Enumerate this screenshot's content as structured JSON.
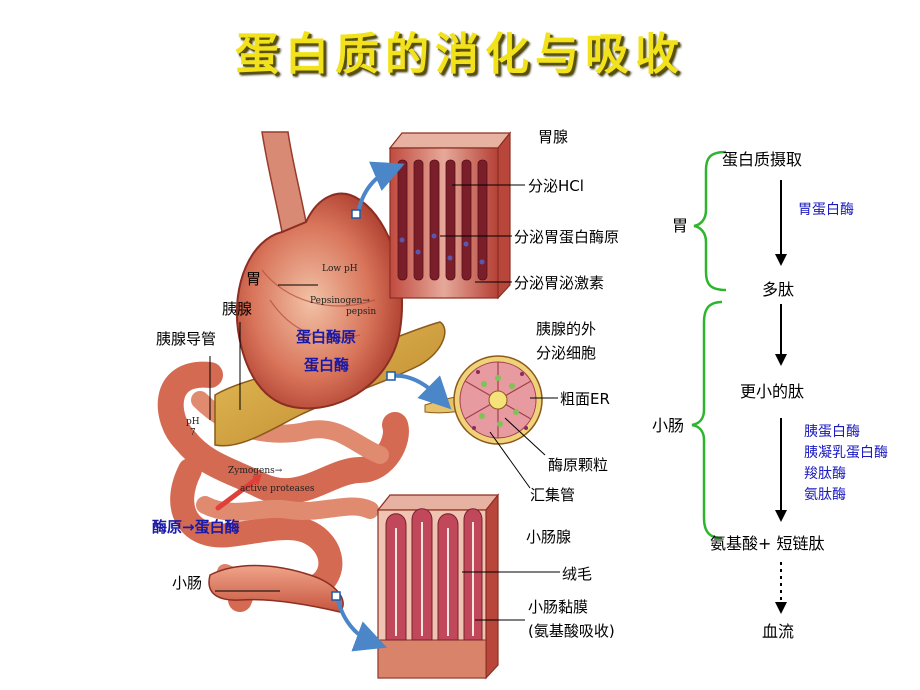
{
  "title": "蛋白质的消化与吸收",
  "labels": {
    "stomach_gland": "胃腺",
    "secrete_hcl": "分泌HCl",
    "secrete_pepsinogen": "分泌胃蛋白酶原",
    "secrete_gastrin": "分泌胃泌激素",
    "stomach": "胃",
    "pancreas": "胰腺",
    "pancreatic_duct": "胰腺导管",
    "pepsinogen": "蛋白酶原",
    "pepsin": "蛋白酶",
    "exocrine_line1": "胰腺的外",
    "exocrine_line2": "分泌细胞",
    "rough_er": "粗面ER",
    "zymogen_granule": "酶原颗粒",
    "collecting_duct": "汇集管",
    "zymogen_to_protease": "酶原→蛋白酶",
    "intestinal_gland": "小肠腺",
    "small_intestine": "小肠",
    "villi": "绒毛",
    "mucosa": "小肠黏膜",
    "absorption": "(氨基酸吸收)"
  },
  "illustration_text": {
    "low_ph": "Low pH",
    "pepsinogen_en": "Pepsinogen→",
    "pepsin_en": "pepsin",
    "ph": "pH",
    "ph_value": "7",
    "zymogens": "Zymogens→",
    "active_proteases": "active proteases"
  },
  "flow": {
    "stomach_bracket": "胃",
    "intestine_bracket": "小肠",
    "steps": [
      "蛋白质摄取",
      "多肽",
      "更小的肽",
      "氨基酸+ 短链肽",
      "血流"
    ],
    "stomach_enzymes": [
      "胃蛋白酶"
    ],
    "intestine_enzymes": [
      "胰蛋白酶",
      "胰凝乳蛋白酶",
      "羧肽酶",
      "氨肽酶"
    ]
  },
  "colors": {
    "title": "#f2e21c",
    "bracket": "#2db52d",
    "enzyme_text": "#1a1ac0",
    "blue_arrow": "#4a86c8",
    "stomach_tissue": "#c8523e",
    "pancreas_tissue": "#d9a23a"
  }
}
